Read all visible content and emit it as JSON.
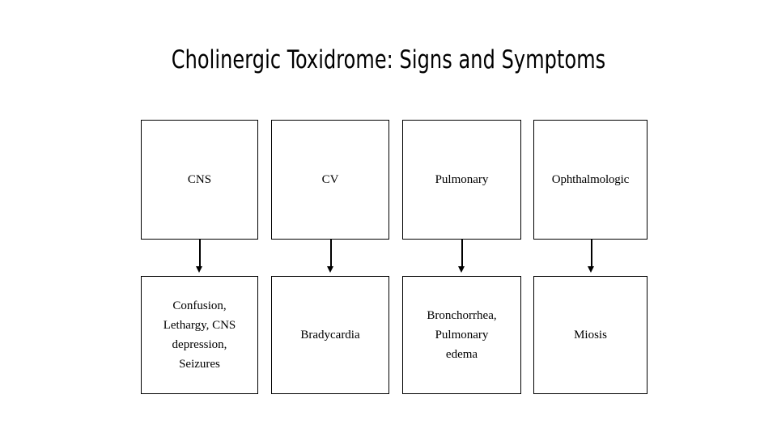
{
  "slide": {
    "title": "Cholinergic Toxidrome: Signs and Symptoms",
    "background_color": "#ffffff",
    "text_color": "#000000",
    "border_color": "#000000"
  },
  "diagram": {
    "type": "flowchart",
    "columns": [
      {
        "id": "cns",
        "category": "CNS",
        "symptoms": "Confusion,\nLethargy, CNS\ndepression,\nSeizures",
        "arrow": "down-arrow"
      },
      {
        "id": "cv",
        "category": "CV",
        "symptoms": "Bradycardia",
        "arrow": "down-arrow"
      },
      {
        "id": "pulmonary",
        "category": "Pulmonary",
        "symptoms": "Bronchorrhea,\nPulmonary\nedema",
        "arrow": "down-arrow"
      },
      {
        "id": "ophthalmologic",
        "category": "Ophthalmologic",
        "symptoms": "Miosis",
        "arrow": "down-arrow"
      }
    ]
  }
}
